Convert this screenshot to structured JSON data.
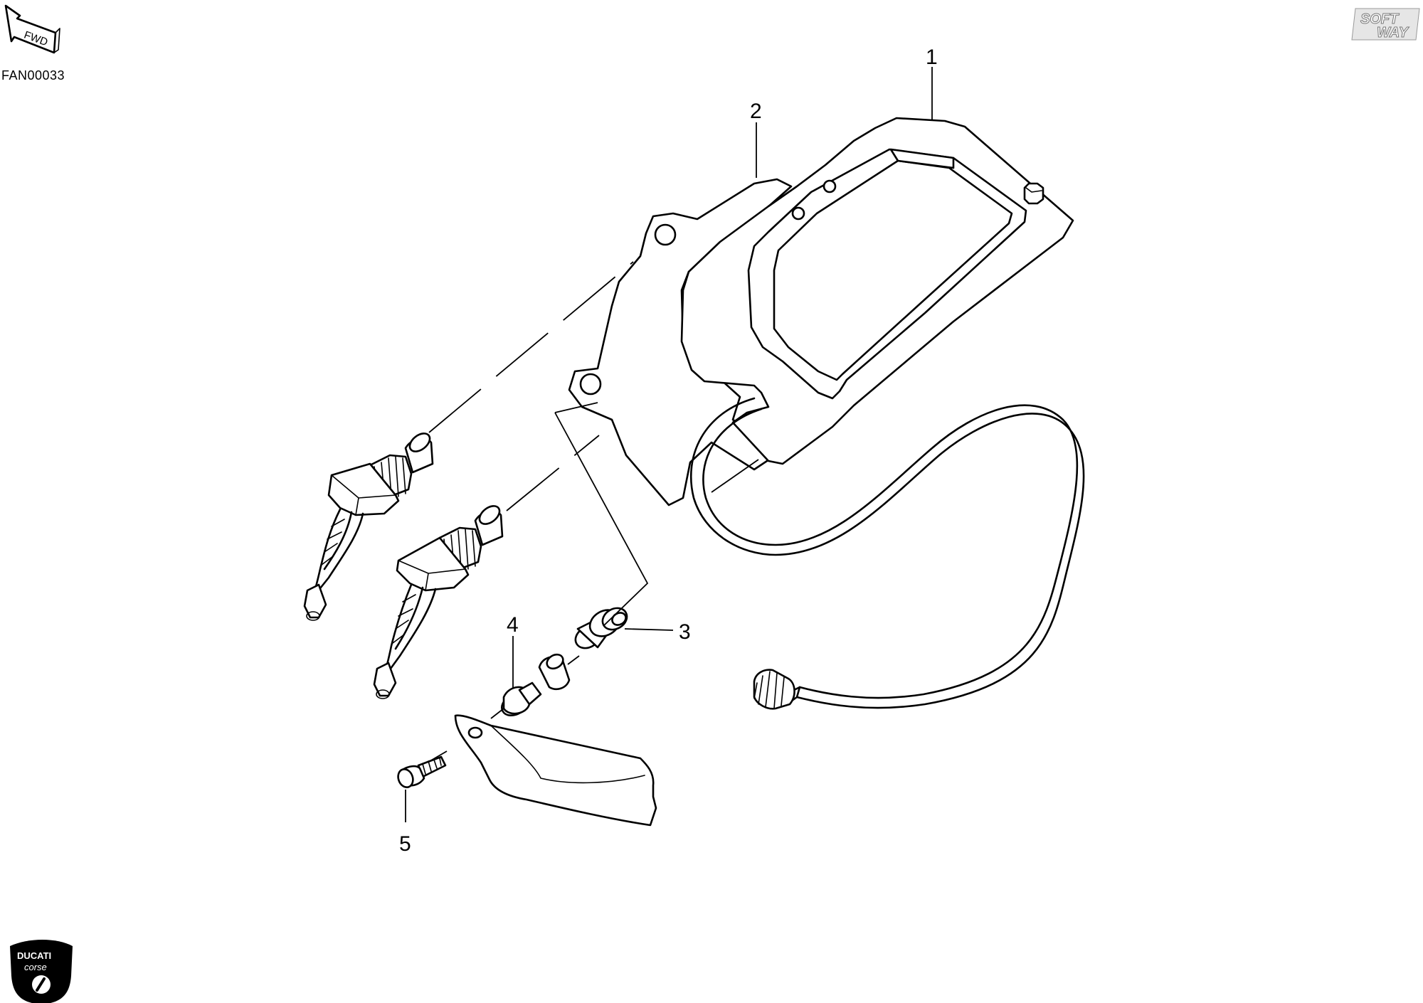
{
  "diagram": {
    "drawing_code": "FAN00033",
    "direction_label": "FWD",
    "callouts": [
      "1",
      "2",
      "3",
      "4",
      "5"
    ],
    "logos": {
      "softway": [
        "SOFT",
        "WAY"
      ],
      "ducati": [
        "DUCATI",
        "corse"
      ]
    }
  }
}
